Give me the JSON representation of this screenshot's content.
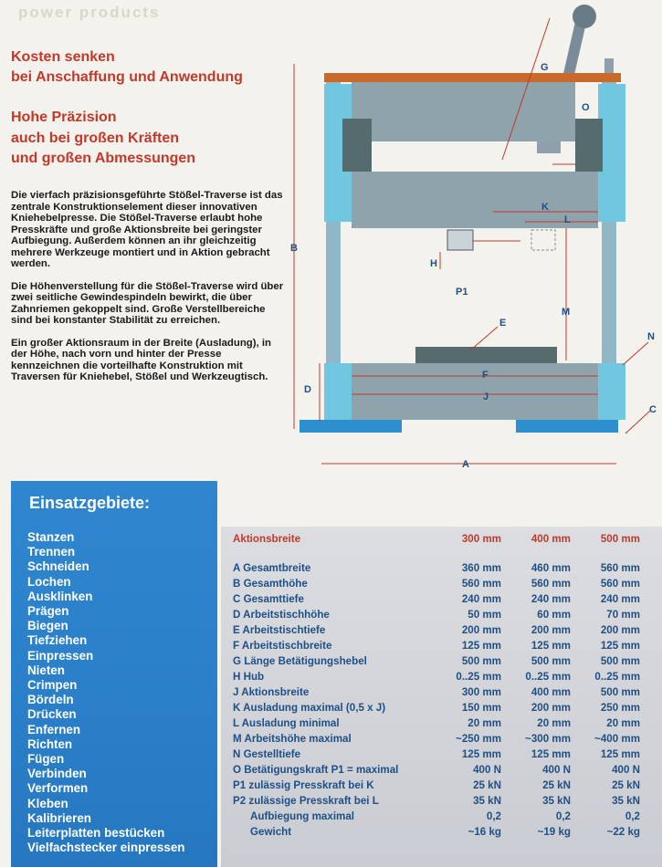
{
  "watermark": "power products",
  "headlines": [
    "Kosten senken",
    "bei Anschaffung und Anwendung",
    "Hohe Präzision",
    "auch bei großen Kräften",
    "und großen Abmessungen"
  ],
  "paragraphs": [
    "Die vierfach präzisionsgeführte Stößel-Traverse ist das zentrale Konstruktionselement dieser innovativen Kniehebelpresse. Die Stößel-Traverse erlaubt hohe Presskräfte und große Aktionsbreite bei geringster Aufbiegung. Außerdem können an ihr gleichzeitig mehrere Werkzeuge montiert und in Aktion gebracht werden.",
    "Die Höhenverstellung für die Stößel-Traverse wird über zwei seitliche Gewindespindeln bewirkt, die über Zahnriemen gekoppelt sind. Große Verstellbereiche sind bei konstanter Stabilität zu erreichen.",
    "Ein großer Aktionsraum in der Breite (Ausladung), in der Höhe, nach vorn und hinter der Presse kennzeichnen die vorteilhafte Konstruktion mit Traversen für Kniehebel, Stößel und Werkzeugtisch."
  ],
  "diagram_labels": {
    "A": "A",
    "B": "B",
    "C": "C",
    "D": "D",
    "E": "E",
    "F": "F",
    "G": "G",
    "H": "H",
    "J": "J",
    "K": "K",
    "L": "L",
    "M": "M",
    "N": "N",
    "O": "O",
    "P1": "P1"
  },
  "uses": {
    "title": "Einsatzgebiete:",
    "items": [
      "Stanzen",
      "Trennen",
      "Schneiden",
      "Lochen",
      "Ausklinken",
      "Prägen",
      "Biegen",
      "Tiefziehen",
      "Einpressen",
      "Nieten",
      "Crimpen",
      "Bördeln",
      "Drücken",
      "Enfernen",
      "Richten",
      "Fügen",
      "Verbinden",
      "Verformen",
      "Kleben",
      "Kalibrieren",
      "Leiterplatten bestücken",
      "Vielfachstecker einpressen"
    ]
  },
  "specs": {
    "header": {
      "label": "Aktionsbreite",
      "c1": "300 mm",
      "c2": "400 mm",
      "c3": "500 mm"
    },
    "rows": [
      {
        "label": "A Gesamtbreite",
        "c1": "360 mm",
        "c2": "460 mm",
        "c3": "560 mm"
      },
      {
        "label": "B Gesamthöhe",
        "c1": "560 mm",
        "c2": "560 mm",
        "c3": "560 mm"
      },
      {
        "label": "C Gesamttiefe",
        "c1": "240 mm",
        "c2": "240 mm",
        "c3": "240 mm"
      },
      {
        "label": "D Arbeitstischhöhe",
        "c1": "50 mm",
        "c2": "60 mm",
        "c3": "70 mm"
      },
      {
        "label": "E Arbeitstischtiefe",
        "c1": "200 mm",
        "c2": "200 mm",
        "c3": "200 mm"
      },
      {
        "label": "F Arbeitstischbreite",
        "c1": "125 mm",
        "c2": "125 mm",
        "c3": "125 mm"
      },
      {
        "label": "G Länge Betätigungshebel",
        "c1": "500 mm",
        "c2": "500 mm",
        "c3": "500 mm"
      },
      {
        "label": "H Hub",
        "c1": "0..25 mm",
        "c2": "0..25 mm",
        "c3": "0..25 mm"
      },
      {
        "label": "J Aktionsbreite",
        "c1": "300 mm",
        "c2": "400 mm",
        "c3": "500 mm"
      },
      {
        "label": "K Ausladung maximal (0,5 x J)",
        "c1": "150 mm",
        "c2": "200 mm",
        "c3": "250 mm"
      },
      {
        "label": "L Ausladung minimal",
        "c1": "20 mm",
        "c2": "20 mm",
        "c3": "20 mm"
      },
      {
        "label": "M Arbeitshöhe maximal",
        "c1": "~250 mm",
        "c2": "~300 mm",
        "c3": "~400 mm"
      },
      {
        "label": "N Gestelltiefe",
        "c1": "125 mm",
        "c2": "125 mm",
        "c3": "125 mm"
      },
      {
        "label": "O Betätigungskraft P1 = maximal",
        "c1": "400 N",
        "c2": "400 N",
        "c3": "400 N"
      },
      {
        "label": "P1 zulässig Presskraft bei K",
        "c1": "25 kN",
        "c2": "25 kN",
        "c3": "25 kN"
      },
      {
        "label": "P2 zulässige Presskraft bei L",
        "c1": "35 kN",
        "c2": "35 kN",
        "c3": "35 kN"
      },
      {
        "label": "Aufbiegung maximal",
        "c1": "0,2",
        "c2": "0,2",
        "c3": "0,2",
        "indent": true
      },
      {
        "label": "Gewicht",
        "c1": "~16 kg",
        "c2": "~19 kg",
        "c3": "~22 kg",
        "indent": true
      }
    ]
  },
  "colors": {
    "accent_red": "#c0392b",
    "panel_blue": "#2a7fc8",
    "spec_text": "#1e4f86",
    "frame_cyan": "#6cc6e0",
    "frame_gray": "#7a8c99"
  }
}
